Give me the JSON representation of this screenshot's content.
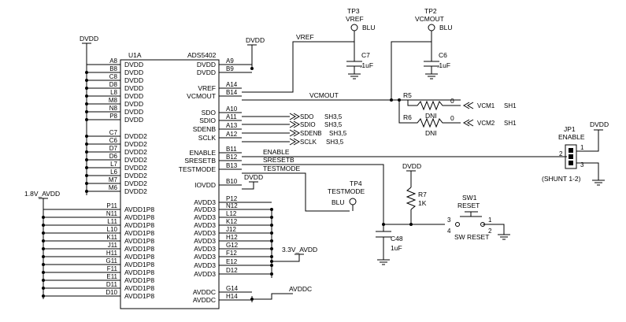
{
  "chip": {
    "ref": "U1A",
    "part": "ADS5402",
    "left_pins": [
      {
        "num": "A8",
        "name": "DVDD"
      },
      {
        "num": "B8",
        "name": "DVDD"
      },
      {
        "num": "C8",
        "name": "DVDD"
      },
      {
        "num": "D8",
        "name": "DVDD"
      },
      {
        "num": "L8",
        "name": "DVDD"
      },
      {
        "num": "M8",
        "name": "DVDD"
      },
      {
        "num": "N8",
        "name": "DVDD"
      },
      {
        "num": "P8",
        "name": "DVDD"
      },
      {
        "num": "C7",
        "name": "DVDD2"
      },
      {
        "num": "C6",
        "name": "DVDD2"
      },
      {
        "num": "D7",
        "name": "DVDD2"
      },
      {
        "num": "D6",
        "name": "DVDD2"
      },
      {
        "num": "L7",
        "name": "DVDD2"
      },
      {
        "num": "L6",
        "name": "DVDD2"
      },
      {
        "num": "M7",
        "name": "DVDD2"
      },
      {
        "num": "M6",
        "name": "DVDD2"
      },
      {
        "num": "P11",
        "name": "AVDD1P8"
      },
      {
        "num": "N11",
        "name": "AVDD1P8"
      },
      {
        "num": "L11",
        "name": "AVDD1P8"
      },
      {
        "num": "L10",
        "name": "AVDD1P8"
      },
      {
        "num": "K11",
        "name": "AVDD1P8"
      },
      {
        "num": "J11",
        "name": "AVDD1P8"
      },
      {
        "num": "H11",
        "name": "AVDD1P8"
      },
      {
        "num": "G11",
        "name": "AVDD1P8"
      },
      {
        "num": "F11",
        "name": "AVDD1P8"
      },
      {
        "num": "E11",
        "name": "AVDD1P8"
      },
      {
        "num": "D11",
        "name": "AVDD1P8"
      },
      {
        "num": "D10",
        "name": "AVDD1P8"
      }
    ],
    "right_pins": [
      {
        "num": "A9",
        "name": "DVDD"
      },
      {
        "num": "B9",
        "name": "DVDD"
      },
      {
        "num": "A14",
        "name": "VREF"
      },
      {
        "num": "B14",
        "name": "VCMOUT"
      },
      {
        "num": "A10",
        "name": "SDO"
      },
      {
        "num": "A11",
        "name": "SDIO"
      },
      {
        "num": "A13",
        "name": "SDENB"
      },
      {
        "num": "A12",
        "name": "SCLK"
      },
      {
        "num": "B11",
        "name": "ENABLE"
      },
      {
        "num": "B12",
        "name": "SRESETB"
      },
      {
        "num": "B13",
        "name": "TESTMODE"
      },
      {
        "num": "B10",
        "name": "IOVDD"
      },
      {
        "num": "P12",
        "name": "AVDD3"
      },
      {
        "num": "N12",
        "name": "AVDD3"
      },
      {
        "num": "L12",
        "name": "AVDD3"
      },
      {
        "num": "K12",
        "name": "AVDD3"
      },
      {
        "num": "J12",
        "name": "AVDD3"
      },
      {
        "num": "H12",
        "name": "AVDD3"
      },
      {
        "num": "G12",
        "name": "AVDD3"
      },
      {
        "num": "F12",
        "name": "AVDD3"
      },
      {
        "num": "E12",
        "name": "AVDD3"
      },
      {
        "num": "D12",
        "name": "AVDD3"
      },
      {
        "num": "G14",
        "name": "AVDDC"
      },
      {
        "num": "H14",
        "name": "AVDDC"
      }
    ]
  },
  "rails": {
    "dvdd": "DVDD",
    "v18": "1.8V_AVDD",
    "v33": "3.3V_AVDD",
    "avddc": "AVDDC"
  },
  "nets": {
    "vref": "VREF",
    "vcmout": "VCMOUT",
    "enable": "ENABLE",
    "sresetb": "SRESETB",
    "testmode": "TESTMODE"
  },
  "testpoints": [
    {
      "ref": "TP3",
      "net": "VREF",
      "color": "BLU"
    },
    {
      "ref": "TP2",
      "net": "VCMOUT",
      "color": "BLU"
    },
    {
      "ref": "TP4",
      "net": "TESTMODE",
      "color": "BLU"
    }
  ],
  "capacitors": [
    {
      "ref": "C7",
      "value": ".1uF"
    },
    {
      "ref": "C6",
      "value": ".1uF"
    },
    {
      "ref": "C48",
      "value": "1uF"
    }
  ],
  "resistors": [
    {
      "ref": "R5",
      "value": "0",
      "note": "DNI"
    },
    {
      "ref": "R6",
      "value": "0",
      "note": "DNI"
    },
    {
      "ref": "R7",
      "value": "1K"
    }
  ],
  "offpage": [
    {
      "net": "SDO",
      "sheet": "SH3,5"
    },
    {
      "net": "SDIO",
      "sheet": "SH3,5"
    },
    {
      "net": "SDENB",
      "sheet": "SH3,5"
    },
    {
      "net": "SCLK",
      "sheet": "SH3,5"
    },
    {
      "net": "VCM1",
      "sheet": "SH1"
    },
    {
      "net": "VCM2",
      "sheet": "SH1"
    }
  ],
  "jumper": {
    "ref": "JP1",
    "label": "ENABLE",
    "shunt": "(SHUNT 1-2)",
    "pins": [
      "1",
      "2",
      "3"
    ]
  },
  "switch": {
    "ref": "SW1",
    "label": "RESET",
    "caption": "SW RESET",
    "pins": [
      "3",
      "4",
      "1",
      "2"
    ]
  }
}
